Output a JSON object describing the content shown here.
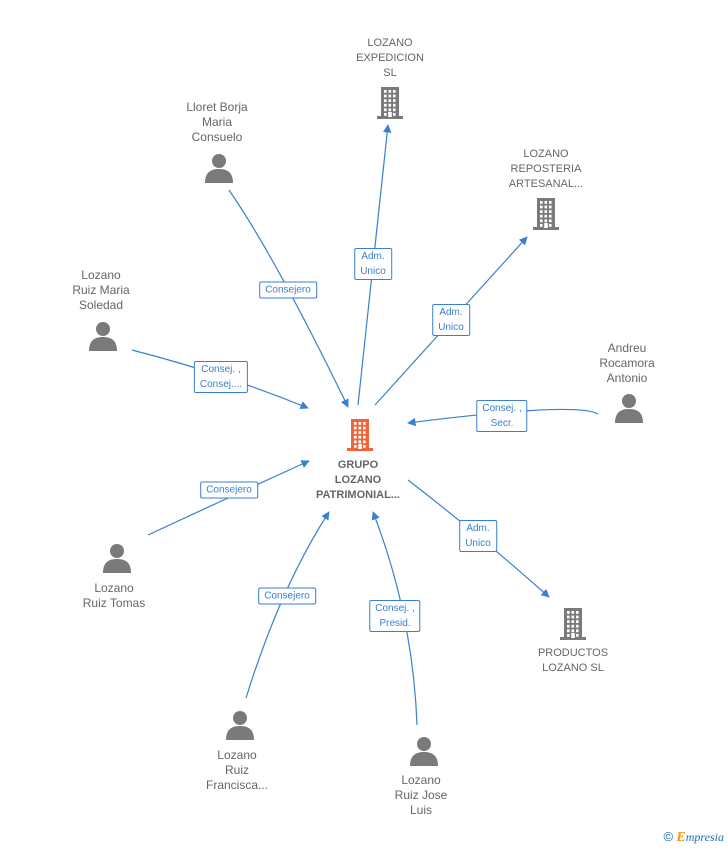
{
  "center": {
    "id": "grupo",
    "lines": [
      "GRUPO",
      "LOZANO",
      "PATRIMONIAL..."
    ]
  },
  "nodes": [
    {
      "id": "lozano-expedicion",
      "type": "company",
      "lines": [
        "LOZANO",
        "EXPEDICION",
        "SL"
      ]
    },
    {
      "id": "lozano-reposteria",
      "type": "company",
      "lines": [
        "LOZANO",
        "REPOSTERIA",
        "ARTESANAL..."
      ]
    },
    {
      "id": "productos-lozano",
      "type": "company",
      "lines": [
        "PRODUCTOS",
        "LOZANO  SL"
      ]
    },
    {
      "id": "lloret",
      "type": "person",
      "lines": [
        "Lloret Borja",
        "Maria",
        "Consuelo"
      ]
    },
    {
      "id": "lozano-ruiz-maria",
      "type": "person",
      "lines": [
        "Lozano",
        "Ruiz Maria",
        "Soledad"
      ]
    },
    {
      "id": "andreu",
      "type": "person",
      "lines": [
        "Andreu",
        "Rocamora",
        "Antonio"
      ]
    },
    {
      "id": "lozano-ruiz-tomas",
      "type": "person",
      "lines": [
        "Lozano",
        "Ruiz Tomas"
      ]
    },
    {
      "id": "lozano-ruiz-francisca",
      "type": "person",
      "lines": [
        "Lozano",
        "Ruiz",
        "Francisca..."
      ]
    },
    {
      "id": "lozano-ruiz-jose",
      "type": "person",
      "lines": [
        "Lozano",
        "Ruiz Jose",
        "Luis"
      ]
    }
  ],
  "edges": [
    {
      "from": "grupo",
      "to": "lozano-expedicion",
      "label": [
        "Adm.",
        "Unico"
      ]
    },
    {
      "from": "grupo",
      "to": "lozano-reposteria",
      "label": [
        "Adm.",
        "Unico"
      ]
    },
    {
      "from": "grupo",
      "to": "productos-lozano",
      "label": [
        "Adm.",
        "Unico"
      ]
    },
    {
      "from": "lloret",
      "to": "grupo",
      "label": [
        "Consejero"
      ]
    },
    {
      "from": "lozano-ruiz-maria",
      "to": "grupo",
      "label": [
        "Consej. ,",
        "Consej...."
      ]
    },
    {
      "from": "andreu",
      "to": "grupo",
      "label": [
        "Consej. ,",
        "Secr."
      ]
    },
    {
      "from": "lozano-ruiz-tomas",
      "to": "grupo",
      "label": [
        "Consejero"
      ]
    },
    {
      "from": "lozano-ruiz-francisca",
      "to": "grupo",
      "label": [
        "Consejero"
      ]
    },
    {
      "from": "lozano-ruiz-jose",
      "to": "grupo",
      "label": [
        "Consej. ,",
        "Presid."
      ]
    }
  ],
  "colors": {
    "edge": "#3a7fd0",
    "company_icon": "#7a7a7a",
    "center_icon": "#f0643c",
    "person_icon": "#7a7a7a",
    "label_text": "#666666"
  },
  "watermark": {
    "copyright": "©",
    "brand_first": "E",
    "brand_rest": "mpresia"
  }
}
